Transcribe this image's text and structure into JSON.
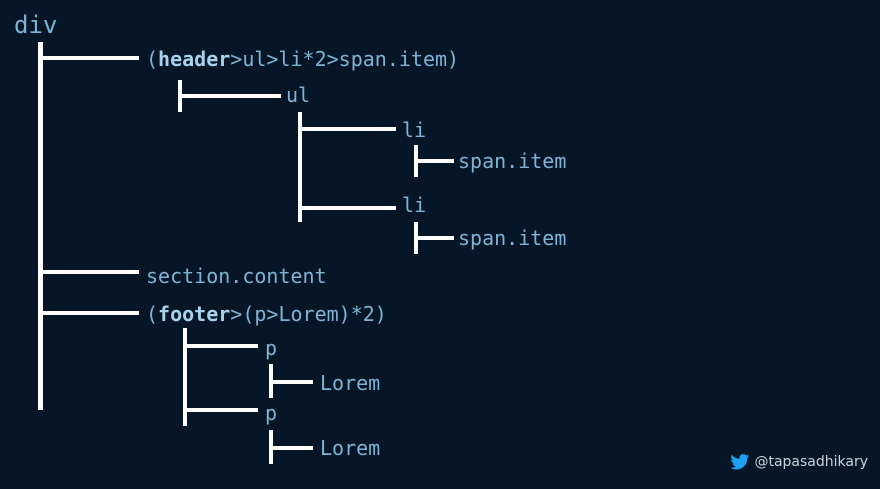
{
  "root": "div",
  "header_row": {
    "open": "(",
    "keyword": "header",
    "rest": ">ul>li*2>span.item)"
  },
  "ul": "ul",
  "li_1": "li",
  "span_1": "span.item",
  "li_2": "li",
  "span_2": "span.item",
  "section": "section.content",
  "footer_row": {
    "open": "(",
    "keyword": "footer",
    "rest": ">(p>Lorem)*2)"
  },
  "p_1": "p",
  "lorem_1": "Lorem",
  "p_2": "p",
  "lorem_2": "Lorem",
  "credit": {
    "icon": "twitter-bird",
    "handle": "@tapasadhikary"
  },
  "colors": {
    "background": "#061626",
    "text": "#7fb3d5",
    "keyword": "#a9d2ee",
    "connector": "#ffffff",
    "twitter": "#1da1f2"
  }
}
